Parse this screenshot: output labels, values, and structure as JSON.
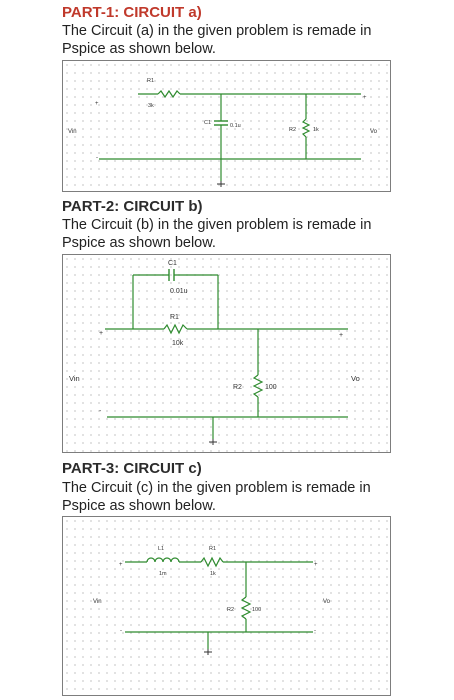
{
  "part1": {
    "heading": "PART-1: CIRCUIT a)",
    "text": "The Circuit (a) in the given problem is remade in Pspice as shown below.",
    "circuit": {
      "r1_name": "R1",
      "r1_value": "3k",
      "c1_name": "C1",
      "c1_value": "0.1u",
      "r2_name": "R2",
      "r2_value": "1k",
      "input_label": "Vin",
      "output_label": "Vo"
    }
  },
  "part2": {
    "heading": "PART-2: CIRCUIT b)",
    "text": "The Circuit (b) in the given problem is remade in Pspice as shown below.",
    "circuit": {
      "c1_name": "C1",
      "c1_value": "0.01u",
      "r1_name": "R1",
      "r1_value": "10k",
      "r2_name": "R2",
      "r2_value": "100",
      "input_label": "Vin",
      "output_label": "Vo"
    }
  },
  "part3": {
    "heading": "PART-3: CIRCUIT c)",
    "text": "The Circuit (c) in the given problem is remade in Pspice as shown below.",
    "circuit": {
      "l1_name": "L1",
      "l1_value": "1m",
      "r1_name": "R1",
      "r1_value": "1k",
      "r2_name": "R2",
      "r2_value": "100",
      "input_label": "Vin",
      "output_label": "Vo"
    }
  },
  "colors": {
    "heading": "#c0392b",
    "wire": "#2e8b2e",
    "panel_border": "#7d7d7d"
  }
}
